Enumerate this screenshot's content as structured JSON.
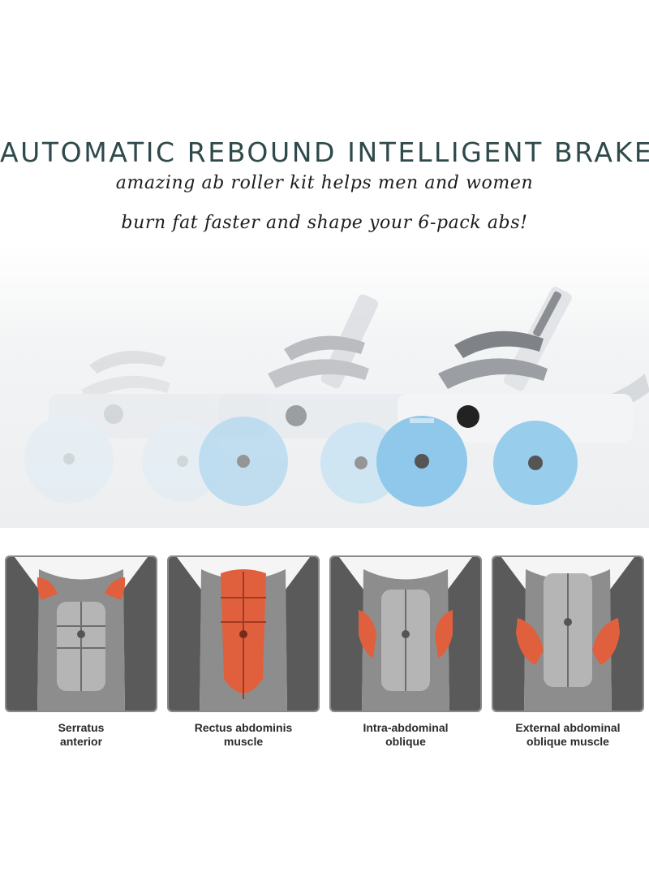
{
  "headline": "AUTOMATIC REBOUND INTELLIGENT BRAKE",
  "tagline_line1": "amazing ab roller kit helps men and women",
  "tagline_line2": "burn fat faster and shape your 6-pack abs!",
  "muscles": [
    {
      "line1": "Serratus",
      "line2": "anterior"
    },
    {
      "line1": "Rectus abdominis",
      "line2": "muscle"
    },
    {
      "line1": "Intra-abdominal",
      "line2": "oblique"
    },
    {
      "line1": "External abdominal",
      "line2": "oblique muscle"
    }
  ],
  "colors": {
    "headline": "#2e4a4a",
    "wheel_blue": "#8fc8ea",
    "muscle_highlight": "#e0603e"
  }
}
